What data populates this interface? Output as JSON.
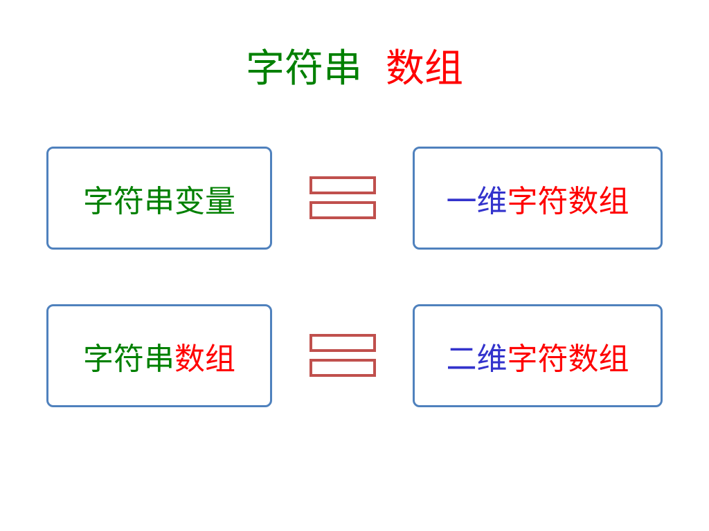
{
  "colors": {
    "green": "#008000",
    "red": "#ff0000",
    "blue": "#3333cc",
    "box_border": "#4f81bd",
    "equals_sign": "#c0504d"
  },
  "title": {
    "part1": "字符串",
    "part2": "数组"
  },
  "rows": [
    {
      "left": {
        "part1": "字符串变量",
        "part2": ""
      },
      "right": {
        "part1": "一维",
        "part2": "字符数组"
      }
    },
    {
      "left": {
        "part1": "字符串",
        "part2": "数组"
      },
      "right": {
        "part1": "二维",
        "part2": "字符数组"
      }
    }
  ],
  "icons": {
    "equals": "equals-icon"
  }
}
